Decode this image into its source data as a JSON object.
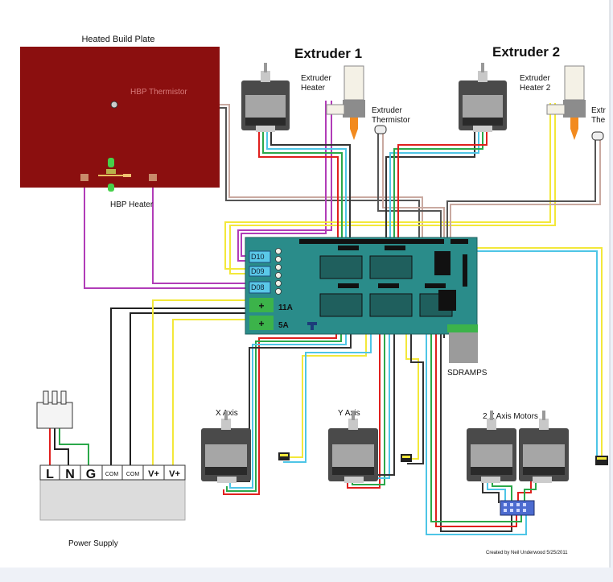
{
  "labels": {
    "heated_build_plate": "Heated Build Plate",
    "hbp_thermistor": "HBP Thermistor",
    "hbp_heater": "HBP Heater",
    "extruder1_title": "Extruder 1",
    "extruder2_title": "Extruder 2",
    "extruder_heater_l1": "Extruder",
    "extruder_heater_l2": "Heater",
    "extruder_heater2_l2": "Heater 2",
    "extruder_thermistor_l1": "Extruder",
    "extruder_thermistor_l2": "Thermistor",
    "extruder2_thermistor_l1": "Extr",
    "extruder2_thermistor_l2": "The",
    "d10": "D10",
    "d09": "D09",
    "d08": "D08",
    "amp_11": "11A",
    "amp_5": "5A",
    "sdramps": "SDRAMPS",
    "x_axis": "X Axis",
    "y_axis": "Y Axis",
    "z_axis": "2 Z Axis Motors",
    "terminal_l": "L",
    "terminal_n": "N",
    "terminal_g": "G",
    "terminal_com1": "COM",
    "terminal_com2": "COM",
    "terminal_v1": "V+",
    "terminal_v2": "V+",
    "power_supply": "Power Supply",
    "credit": "Created by Neil Underwood 5/25/2011"
  },
  "colors": {
    "build_plate": "#8b0f0f",
    "ramps_board": "#2a8c8a",
    "stepper_body": "#3a3a3a",
    "wire_magenta": "#b13cb8",
    "wire_yellow": "#f3e83a",
    "wire_cyan": "#4ec5e6",
    "wire_red": "#e0201e",
    "wire_green": "#2ba84a",
    "nozzle_orange": "#f28a1e"
  },
  "icons": [
    "stepper-motor-icon",
    "hotend-icon",
    "endstop-icon",
    "fuse-icon",
    "power-plug-icon"
  ]
}
